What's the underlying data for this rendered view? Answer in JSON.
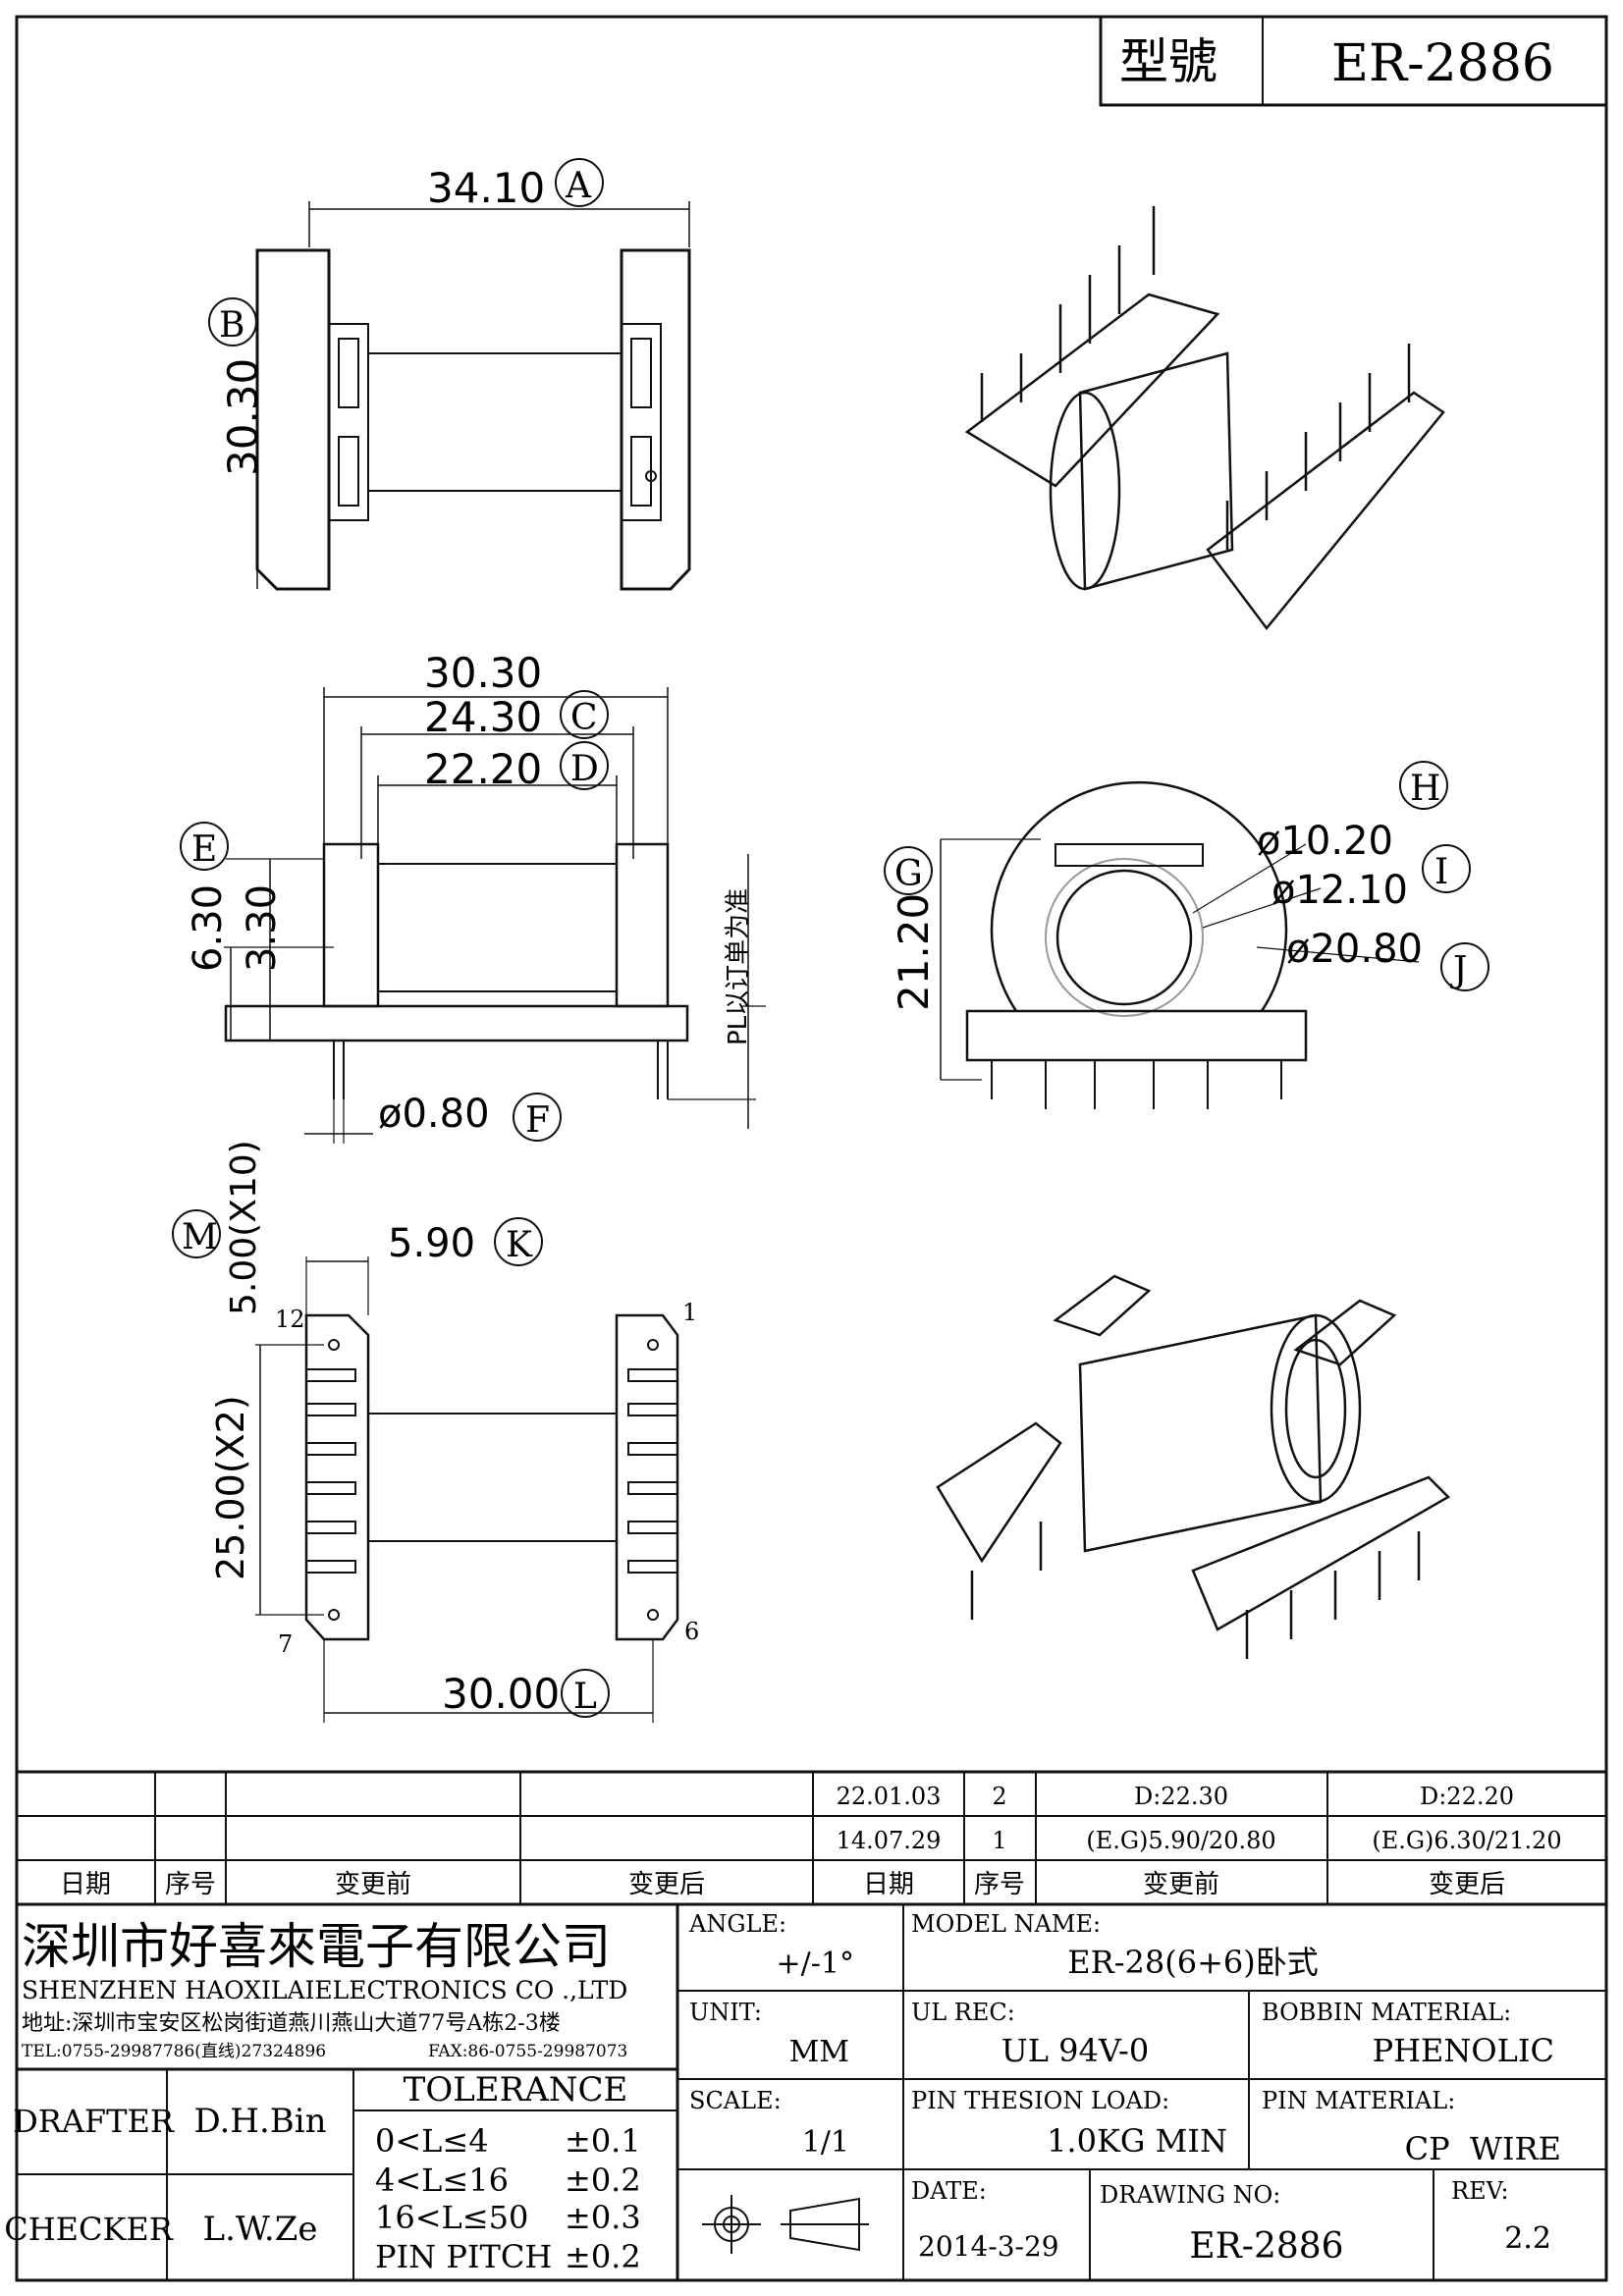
{
  "header": {
    "model_label": "型號",
    "model_value": "ER-2886"
  },
  "dimensions": {
    "A": {
      "value": "34.10",
      "tag": "A"
    },
    "B": {
      "value": "30.30",
      "tag": "B"
    },
    "top_width": "30.30",
    "C": {
      "value": "24.30",
      "tag": "C"
    },
    "D": {
      "value": "22.20",
      "tag": "D"
    },
    "E": {
      "value": "6.30",
      "tag": "E"
    },
    "E2": "3.30",
    "F": {
      "value": "ø0.80",
      "tag": "F"
    },
    "G": {
      "value": "21.20",
      "tag": "G"
    },
    "H": {
      "value": "ø10.20",
      "tag": "H"
    },
    "I": {
      "value": "ø12.10",
      "tag": "I"
    },
    "J": {
      "value": "ø20.80",
      "tag": "J"
    },
    "K": {
      "value": "5.90",
      "tag": "K"
    },
    "L": {
      "value": "30.00",
      "tag": "L"
    },
    "M": {
      "value": "5.00(X10)",
      "tag": "M"
    },
    "pin_span": "25.00(X2)",
    "pl_note": "PL以订单为准",
    "pins": {
      "p1": "1",
      "p6": "6",
      "p7": "7",
      "p12": "12"
    }
  },
  "revision_table": {
    "headers": [
      "日期",
      "序号",
      "变更前",
      "变更后",
      "日期",
      "序号",
      "变更前",
      "变更后"
    ],
    "rows": [
      {
        "date": "22.01.03",
        "no": "2",
        "before": "D:22.30",
        "after": "D:22.20"
      },
      {
        "date": "14.07.29",
        "no": "1",
        "before": "(E.G)5.90/20.80",
        "after": "(E.G)6.30/21.20"
      }
    ]
  },
  "company": {
    "name_cn": "深圳市好喜來電子有限公司",
    "name_en": "SHENZHEN HAOXILAIELECTRONICS CO .,LTD",
    "address": "地址:深圳市宝安区松岗街道燕川燕山大道77号A栋2-3楼",
    "tel": "TEL:0755-29987786(直线)27324896",
    "fax": "FAX:86-0755-29987073"
  },
  "title_block": {
    "angle_label": "ANGLE:",
    "angle_value": "+/-1°",
    "model_name_label": "MODEL NAME:",
    "model_name_value": "ER-28(6+6)卧式",
    "unit_label": "UNIT:",
    "unit_value": "MM",
    "ul_label": "UL REC:",
    "ul_value": "UL 94V-0",
    "bobbin_label": "BOBBIN MATERIAL:",
    "bobbin_value": "PHENOLIC",
    "scale_label": "SCALE:",
    "scale_value": "1/1",
    "pin_tension_label": "PIN THESION LOAD:",
    "pin_tension_value": "1.0KG MIN",
    "pin_material_label": "PIN MATERIAL:",
    "pin_material_value": "CP  WIRE",
    "date_label": "DATE:",
    "date_value": "2014-3-29",
    "drawing_no_label": "DRAWING NO:",
    "drawing_no_value": "ER-2886",
    "rev_label": "REV:",
    "rev_value": "2.2",
    "drafter_label": "DRAFTER",
    "drafter_value": "D.H.Bin",
    "checker_label": "CHECKER",
    "checker_value": "L.W.Ze",
    "tolerance_title": "TOLERANCE",
    "tolerance": [
      {
        "range": "0<L≤4",
        "tol": "±0.1"
      },
      {
        "range": "4<L≤16",
        "tol": "±0.2"
      },
      {
        "range": "16<L≤50",
        "tol": "±0.3"
      },
      {
        "range": "PIN PITCH",
        "tol": "±0.2"
      }
    ]
  }
}
